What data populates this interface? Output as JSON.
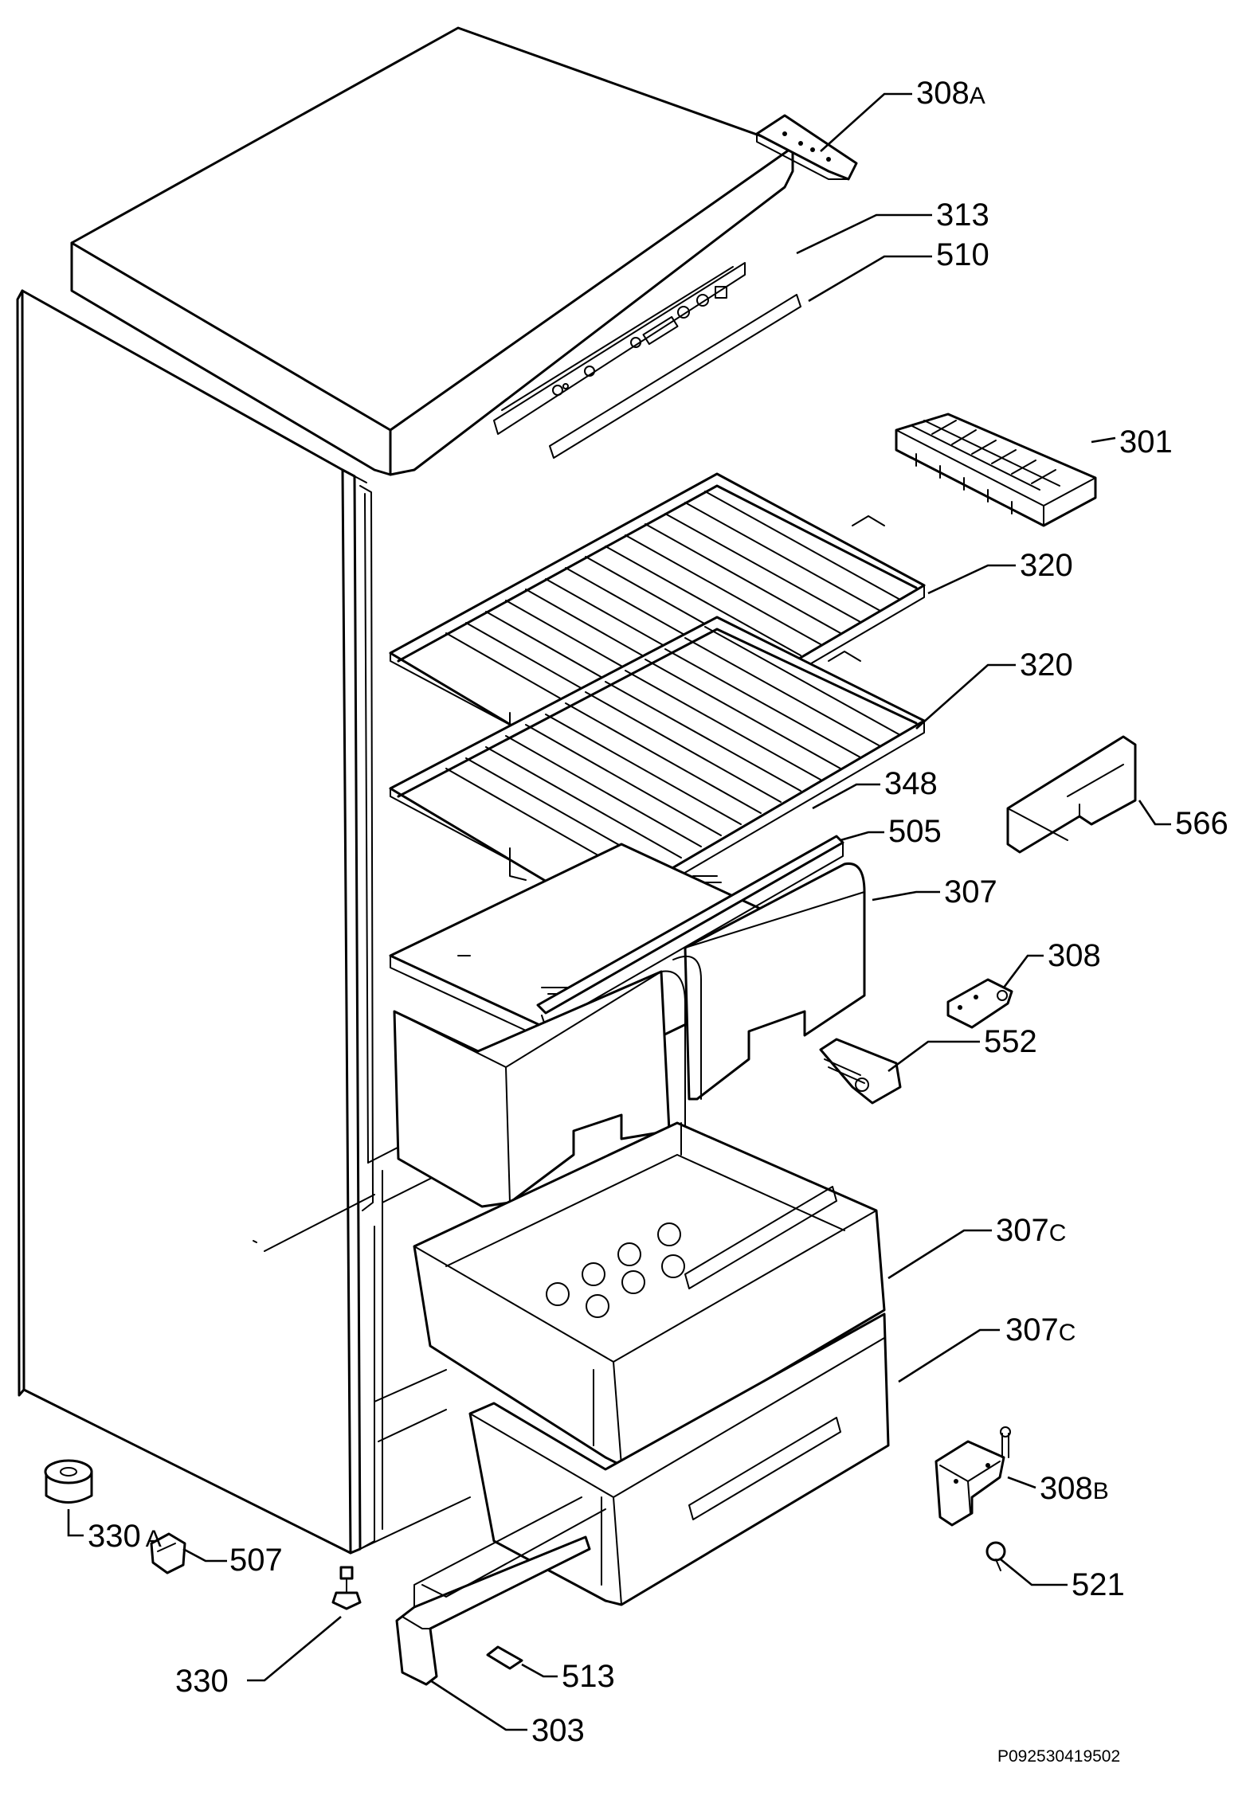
{
  "callouts": {
    "c308a": {
      "num": "308",
      "sfx": "A"
    },
    "c313": {
      "num": "313"
    },
    "c510": {
      "num": "510"
    },
    "c301": {
      "num": "301"
    },
    "c320a": {
      "num": "320"
    },
    "c320b": {
      "num": "320"
    },
    "c348": {
      "num": "348"
    },
    "c505": {
      "num": "505"
    },
    "c566": {
      "num": "566"
    },
    "c307": {
      "num": "307"
    },
    "c308": {
      "num": "308"
    },
    "c552": {
      "num": "552"
    },
    "c307ca": {
      "num": "307",
      "sfx": "C"
    },
    "c307cb": {
      "num": "307",
      "sfx": "C"
    },
    "c308b": {
      "num": "308",
      "sfx": "B"
    },
    "c521": {
      "num": "521"
    },
    "c330a": {
      "num": "330",
      "sfx": "A"
    },
    "c507": {
      "num": "507"
    },
    "c330": {
      "num": "330"
    },
    "c513": {
      "num": "513"
    },
    "c303": {
      "num": "303"
    }
  },
  "drawing_code": "P092530419502"
}
